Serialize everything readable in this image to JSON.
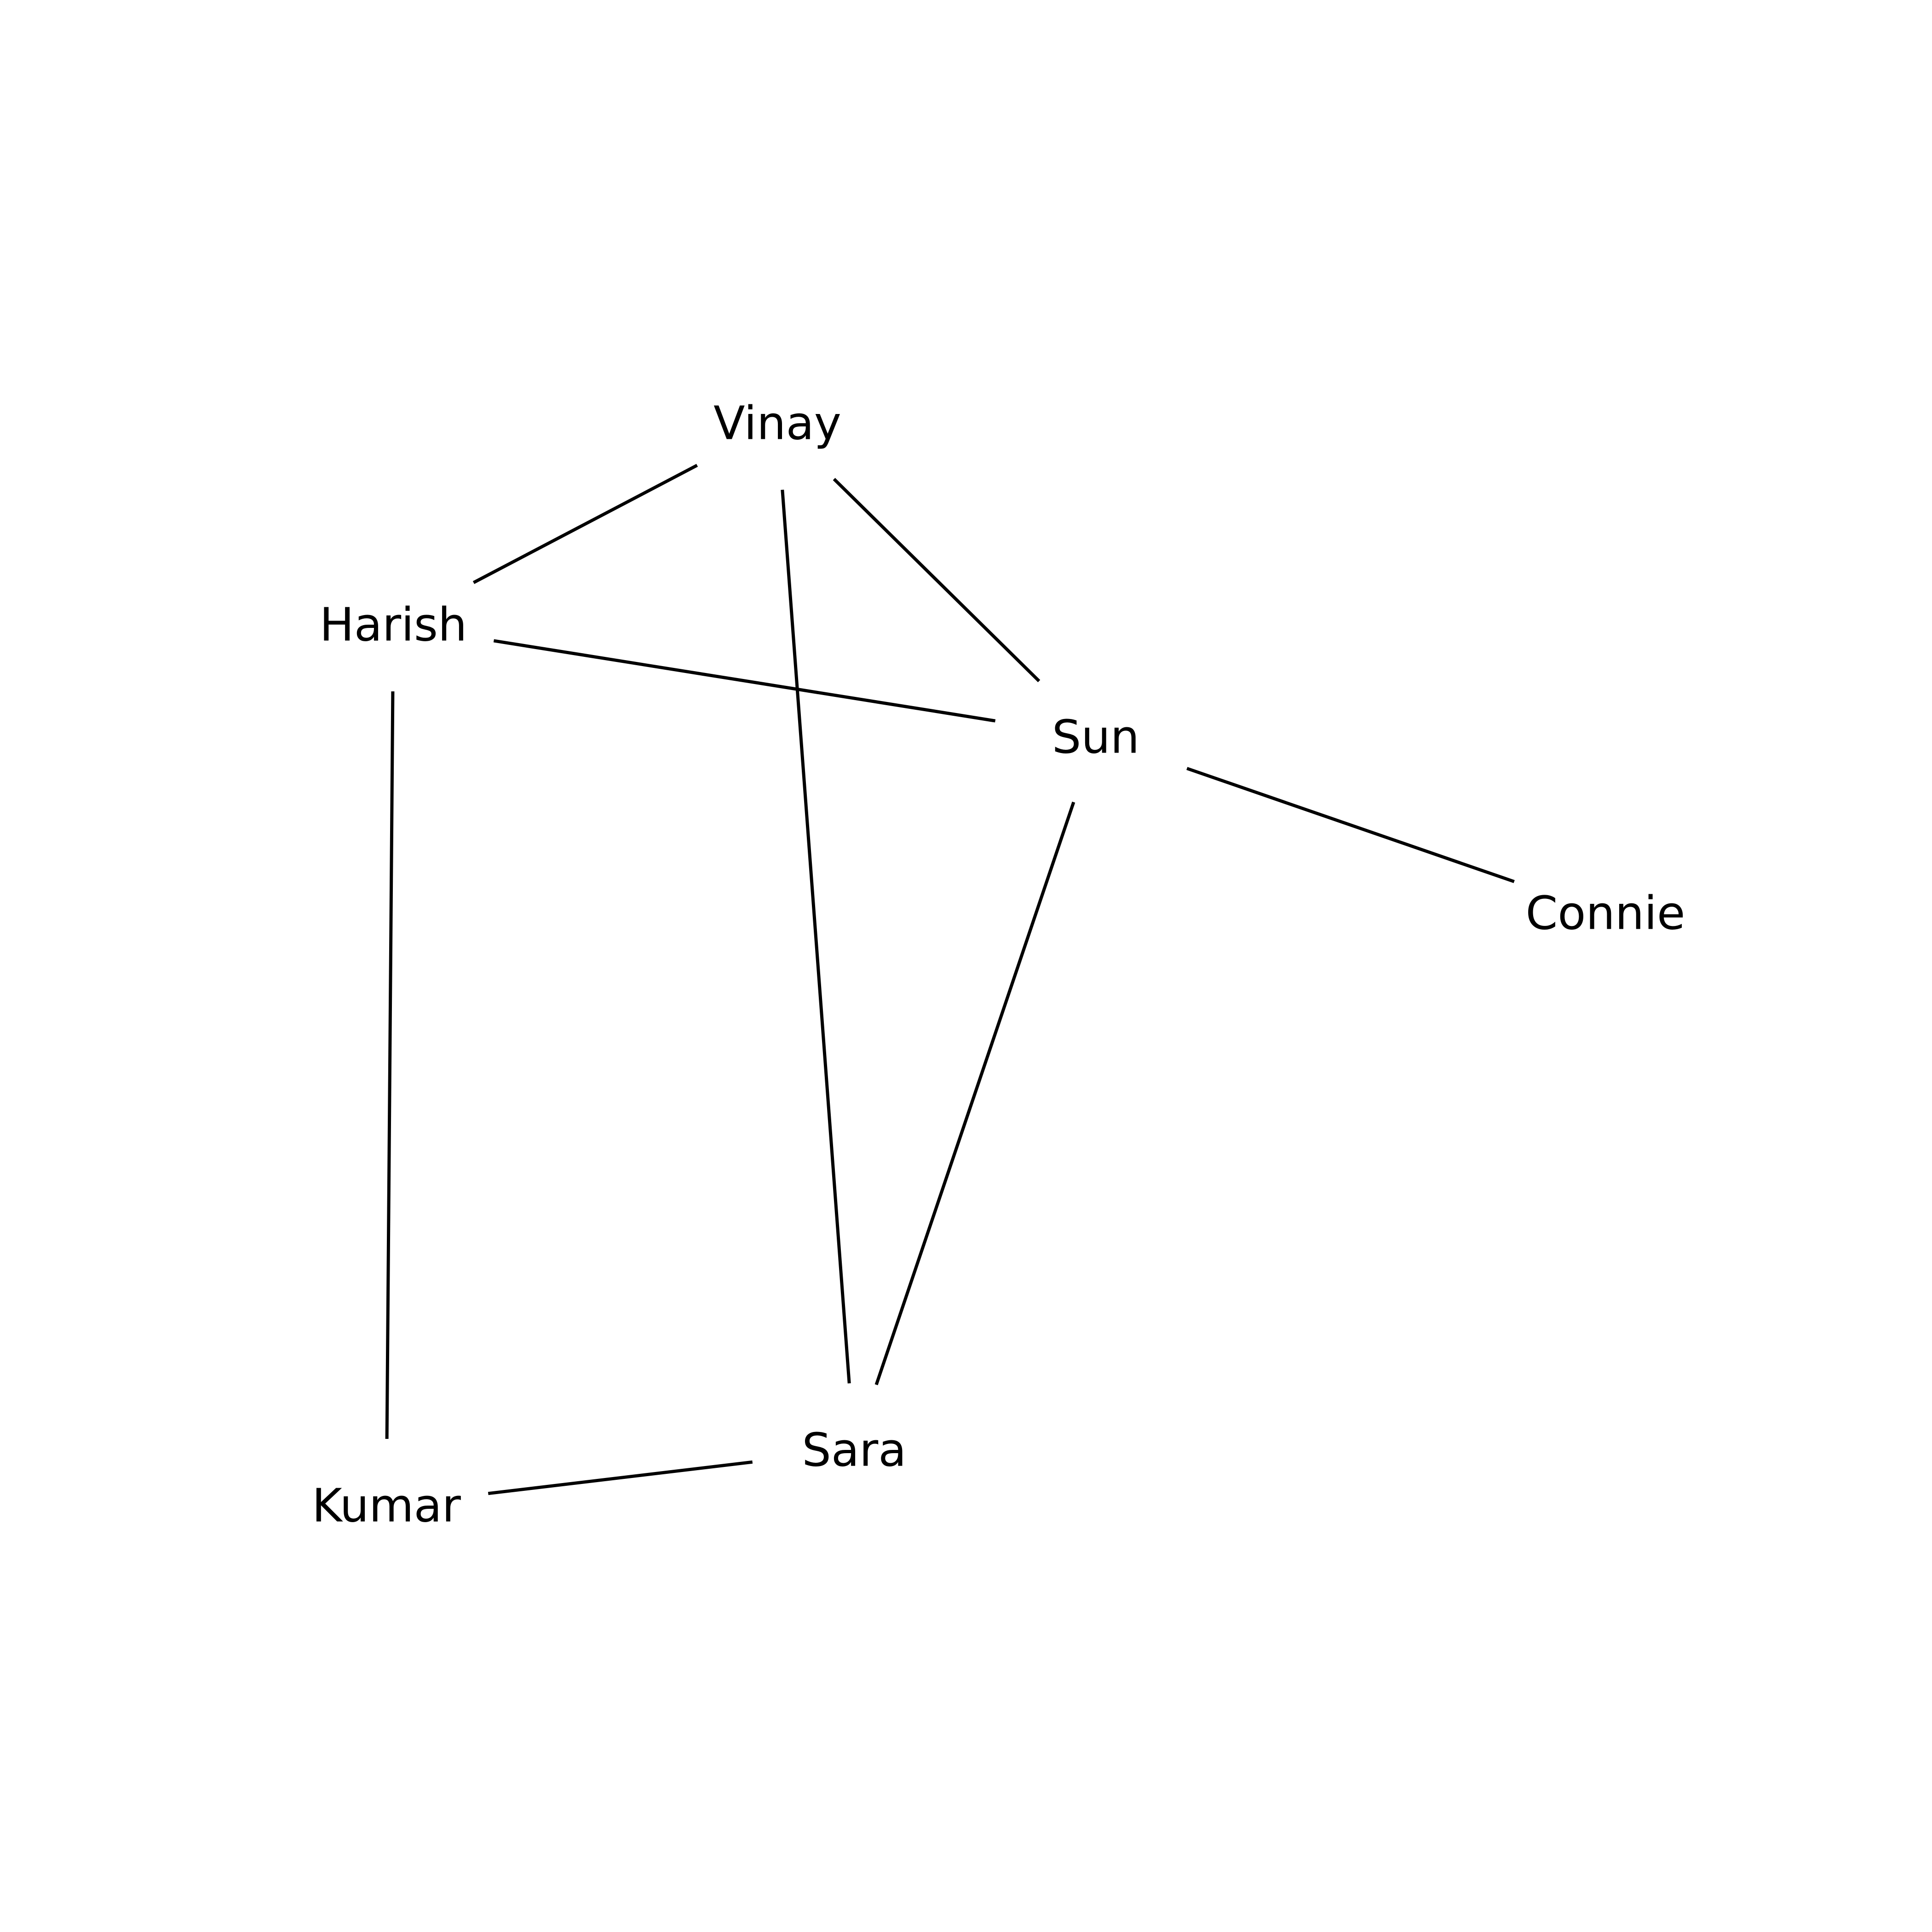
{
  "diagram": {
    "type": "undirected-graph",
    "nodes": [
      {
        "id": "vinay",
        "label": "Vinay"
      },
      {
        "id": "harish",
        "label": "Harish"
      },
      {
        "id": "sun",
        "label": "Sun"
      },
      {
        "id": "connie",
        "label": "Connie"
      },
      {
        "id": "sara",
        "label": "Sara"
      },
      {
        "id": "kumar",
        "label": "Kumar"
      }
    ],
    "edges": [
      {
        "from": "vinay",
        "to": "harish"
      },
      {
        "from": "vinay",
        "to": "sun"
      },
      {
        "from": "vinay",
        "to": "sara"
      },
      {
        "from": "harish",
        "to": "sun"
      },
      {
        "from": "harish",
        "to": "kumar"
      },
      {
        "from": "sun",
        "to": "connie"
      },
      {
        "from": "sun",
        "to": "sara"
      },
      {
        "from": "kumar",
        "to": "sara"
      }
    ],
    "colors": {
      "background": "#ffffff",
      "edge": "#000000",
      "label": "#000000"
    }
  }
}
